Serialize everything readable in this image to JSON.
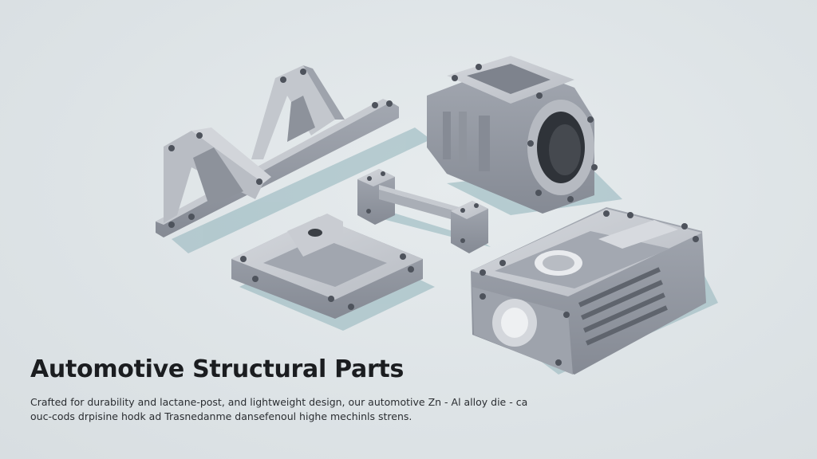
{
  "hero": {
    "title": "Automotive Structural Parts",
    "description_line1": "Crafted for durability and lactane-post, and lightweight design, our automotive Zn - Al alloy die - ca",
    "description_line2": "ouc-cods drpisine hodk ad Trasnedanme dansefenoul highe mechinls strens."
  },
  "colors": {
    "background": "#dfe5e7",
    "metal_light": "#c4c8cf",
    "metal_mid": "#9ea3ac",
    "metal_dark": "#6d727c",
    "shadow": "#8fb3ba",
    "title_text": "#1b1d20"
  },
  "illustration": {
    "parts": [
      "bracket-arm",
      "gearbox-housing",
      "tie-bar",
      "frame-bracket",
      "engine-block"
    ]
  }
}
